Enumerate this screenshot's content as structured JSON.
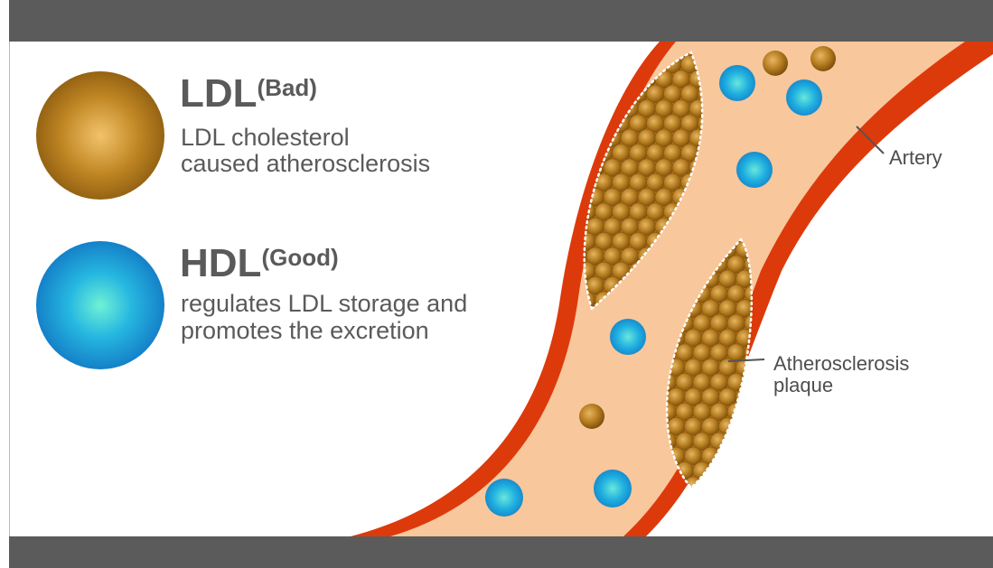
{
  "legend": {
    "ldl": {
      "name": "LDL",
      "qualifier": "(Bad)",
      "line1": "LDL cholesterol",
      "line2": "caused atherosclerosis",
      "color": "#b07a1c"
    },
    "hdl": {
      "name": "HDL",
      "qualifier": "(Good)",
      "line1": "regulates LDL storage and",
      "line2": "promotes the excretion",
      "color": "#1fa8e0"
    }
  },
  "labels": {
    "artery": "Artery",
    "plaque_line1": "Atherosclerosis",
    "plaque_line2": "plaque"
  },
  "colors": {
    "artery_wall": "#dd3a0c",
    "lumen": "#f8c79c",
    "bar": "#5b5b5b"
  }
}
